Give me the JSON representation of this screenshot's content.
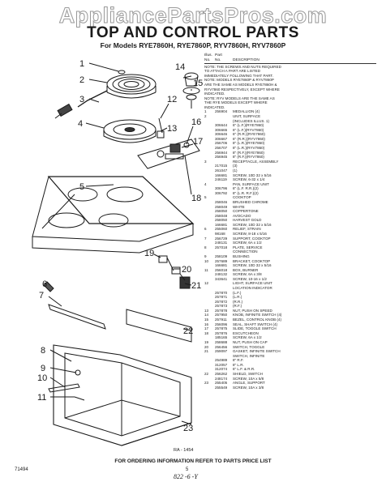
{
  "watermark": "AppliancePartsPros.com",
  "title": "TOP AND CONTROL PARTS",
  "subtitle": "For Models RYE7860H, RYE7860P, RYV7860H, RYV7860P",
  "table_header": {
    "illus": "Illus.",
    "part": "Part",
    "no1": "No.",
    "no2": "No.",
    "desc": "DESCRIPTION"
  },
  "notes": [
    "NOTE: THE SCREWS AND NUTS REQUIRED",
    "TO ATTACH A PART ARE LISTED",
    "IMMEDIATELY FOLLOWING THAT PART.",
    "NOTE: MODELS RYE7860P & RYV7860P",
    "ARE THE SAME AS MODELS RYE7860H &",
    "RYV7860 RESPECTIVELY, EXCEPT WHERE",
    "INDICATED.",
    "NOTE: RYV MODELS ARE THE SAME AS",
    "THE RYE MODELS EXCEPT WHERE",
    "INDICATED."
  ],
  "parts": [
    {
      "k": "1",
      "p": "256904",
      "d": "MEDALLION (4)"
    },
    {
      "k": "2",
      "p": "",
      "d": "UNIT, SURFACE"
    },
    {
      "k": "",
      "p": "",
      "d": "(INCLUDES ILLUS. 1)"
    },
    {
      "k": "",
      "p": "306644",
      "d": "6\" (L.F.)(RYE7860)"
    },
    {
      "k": "",
      "p": "306665",
      "d": "6\" (L.F.)(RYV7860)"
    },
    {
      "k": "",
      "p": "306646",
      "d": "6\" (R.R.)(RYE7860)"
    },
    {
      "k": "",
      "p": "306667",
      "d": "6\" (R.R.)(RYV7860)"
    },
    {
      "k": "",
      "p": "256706",
      "d": "8\" (L.R.)(RYE7860)"
    },
    {
      "k": "",
      "p": "256707",
      "d": "8\" (L.R.)(RYV7860)"
    },
    {
      "k": "",
      "p": "256944",
      "d": "8\" (R.F.)(RYE7860)"
    },
    {
      "k": "",
      "p": "256945",
      "d": "8\" (R.F.)(RYV7860)"
    },
    {
      "k": "3",
      "p": "",
      "d": "RECEPTACLE, ASSEMBLY"
    },
    {
      "k": "",
      "p": "217015",
      "d": "(3)"
    },
    {
      "k": "",
      "p": "261047",
      "d": "(1)"
    },
    {
      "k": "",
      "p": "166681",
      "d": "SCREW, 10D 32 x 5/16"
    },
    {
      "k": "",
      "p": "246119",
      "d": "SCREW, 6-32 x 1/4"
    },
    {
      "k": "4",
      "p": "",
      "d": "PAN, SURFACE UNIT"
    },
    {
      "k": "",
      "p": "306796",
      "d": "6\" (L.F. R.R.)(2)"
    },
    {
      "k": "",
      "p": "306792",
      "d": "8\" (L.R. R.F.)(2)"
    },
    {
      "k": "5",
      "p": "",
      "d": "COOKTOP"
    },
    {
      "k": "",
      "p": "258046",
      "d": "BRUSHED CHROME"
    },
    {
      "k": "",
      "p": "258049",
      "d": "WHITE"
    },
    {
      "k": "",
      "p": "258050",
      "d": "COPPERTONE"
    },
    {
      "k": "",
      "p": "258048",
      "d": "AVOCADO"
    },
    {
      "k": "",
      "p": "258050",
      "d": "HARVEST GOLD"
    },
    {
      "k": "",
      "p": "166681",
      "d": "SCREW, 10D 32 x 5/16"
    },
    {
      "k": "6",
      "p": "255060",
      "d": "RELIEF, STRAIN"
    },
    {
      "k": "",
      "p": "98168",
      "d": "SCREW, 8-18 x 5/16"
    },
    {
      "k": "7",
      "p": "256729",
      "d": "SUPPORT, COOKTOP"
    },
    {
      "k": "",
      "p": "248131",
      "d": "SCREW, 6A x 1/2"
    },
    {
      "k": "8",
      "p": "257018",
      "d": "PLATE, SERVICE"
    },
    {
      "k": "",
      "p": "",
      "d": "CONNECTION"
    },
    {
      "k": "9",
      "p": "258109",
      "d": "BUSHING"
    },
    {
      "k": "10",
      "p": "257689",
      "d": "BRACKET, COOKTOP"
    },
    {
      "k": "",
      "p": "166681",
      "d": "SCREW, 10D 32 x 5/16"
    },
    {
      "k": "11",
      "p": "256018",
      "d": "BOX, BURNER"
    },
    {
      "k": "",
      "p": "248132",
      "d": "SCREW, 6A x 3/8"
    },
    {
      "k": "",
      "p": "343641",
      "d": "SCREW, 10-16 x 1/2"
    },
    {
      "k": "12",
      "p": "",
      "d": "LIGHT, SURFACE UNIT"
    },
    {
      "k": "",
      "p": "",
      "d": "LOCATION INDICATOR"
    },
    {
      "k": "",
      "p": "257870",
      "d": "(L.F.)"
    },
    {
      "k": "",
      "p": "257871",
      "d": "(L.R.)"
    },
    {
      "k": "",
      "p": "257872",
      "d": "(R.R.)"
    },
    {
      "k": "",
      "p": "257873",
      "d": "(R.F.)"
    },
    {
      "k": "13",
      "p": "257878",
      "d": "NUT, PUSH ON SPEED"
    },
    {
      "k": "14",
      "p": "257950",
      "d": "KNOB, INFINITE SWITCH (4)"
    },
    {
      "k": "15",
      "p": "257911",
      "d": "BEZEL, CONTROL KNOB (4)"
    },
    {
      "k": "16",
      "p": "256096",
      "d": "SEAL, SHAFT SWITCH (4)"
    },
    {
      "k": "17",
      "p": "257875",
      "d": "SLIDE, TOGGLE SWITCH"
    },
    {
      "k": "18",
      "p": "257876",
      "d": "ESCUTCHEON"
    },
    {
      "k": "",
      "p": "185165",
      "d": "SCREW, 6A x 1/2"
    },
    {
      "k": "19",
      "p": "258688",
      "d": "NUT, PUSH ON CAP"
    },
    {
      "k": "20",
      "p": "256456",
      "d": "SWITCH, TOGGLE"
    },
    {
      "k": "21",
      "p": "259097",
      "d": "GASKET, INFINITE SWITCH"
    },
    {
      "k": "",
      "p": "",
      "d": "SWITCH, INFINITE"
    },
    {
      "k": "",
      "p": "254989",
      "d": "8\" R.F."
    },
    {
      "k": "",
      "p": "312057",
      "d": "8\" L.R."
    },
    {
      "k": "",
      "p": "312074",
      "d": "6\" L.F. & R.R."
    },
    {
      "k": "22",
      "p": "256262",
      "d": "SHIELD, SWITCH"
    },
    {
      "k": "",
      "p": "248174",
      "d": "SCREW, 10A x 5/8"
    },
    {
      "k": "23",
      "p": "255405",
      "d": "ANGLE, SUPPORT"
    },
    {
      "k": "",
      "p": "255549",
      "d": "SCREW, 10A x 3/8"
    }
  ],
  "callouts": [
    "1",
    "2",
    "3",
    "4",
    "5",
    "6",
    "7",
    "8",
    "9",
    "10",
    "11",
    "12",
    "13",
    "14",
    "15",
    "16",
    "17",
    "18",
    "19",
    "20",
    "21",
    "22",
    "23"
  ],
  "drawing_ref": "RA - 1454",
  "footer": "FOR ORDERING INFORMATION REFER TO PARTS PRICE LIST",
  "left_code": "71494",
  "page_number": "5",
  "handwritten": "822 -6 -Y"
}
